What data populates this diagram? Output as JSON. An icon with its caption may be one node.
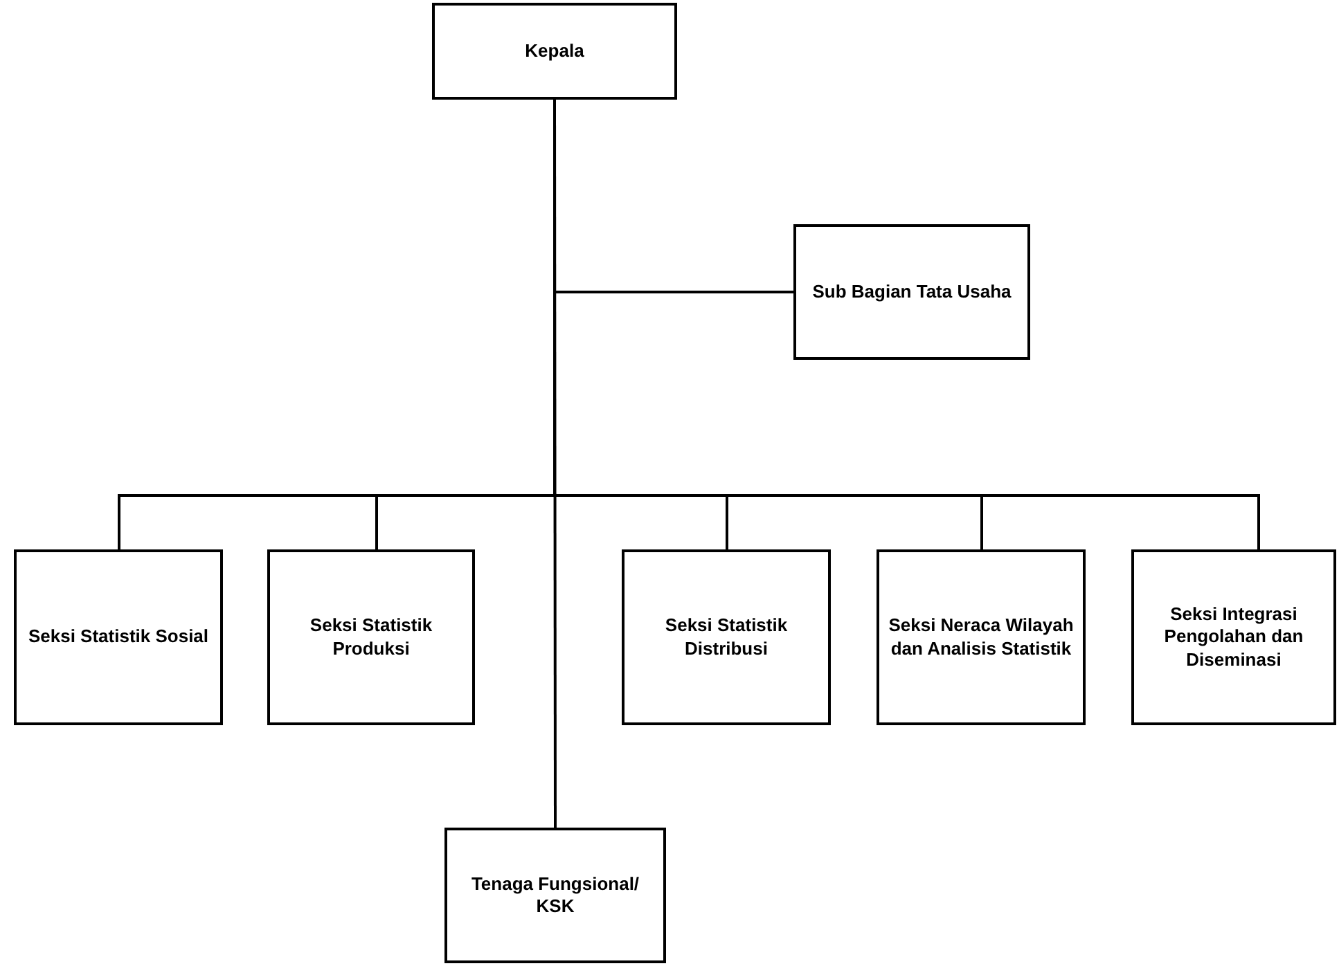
{
  "diagram": {
    "nodes": [
      {
        "text": [
          "Kepala"
        ]
      },
      {
        "text": [
          "Sub Bagian Tata Usaha"
        ]
      },
      {
        "text": [
          "Seksi Statistik Sosial"
        ]
      },
      {
        "text": [
          "Seksi Statistik Produksi"
        ]
      },
      {
        "text": [
          "Seksi Statistik Distribusi"
        ]
      },
      {
        "text": [
          "Seksi Neraca Wilayah dan Analisis Statistik"
        ]
      },
      {
        "text": [
          "Seksi Integrasi Pengolahan dan Diseminasi"
        ]
      },
      {
        "text": [
          "Tenaga Fungsional/ KSK"
        ]
      }
    ],
    "edges": [
      {
        "from": 0,
        "to": 1,
        "arrow": "none"
      },
      {
        "from": 0,
        "to": 2,
        "arrow": "none"
      },
      {
        "from": 0,
        "to": 3,
        "arrow": "none"
      },
      {
        "from": 0,
        "to": 4,
        "arrow": "none"
      },
      {
        "from": 0,
        "to": 5,
        "arrow": "none"
      },
      {
        "from": 0,
        "to": 6,
        "arrow": "none"
      },
      {
        "from": 0,
        "to": 7,
        "arrow": "none"
      }
    ]
  }
}
